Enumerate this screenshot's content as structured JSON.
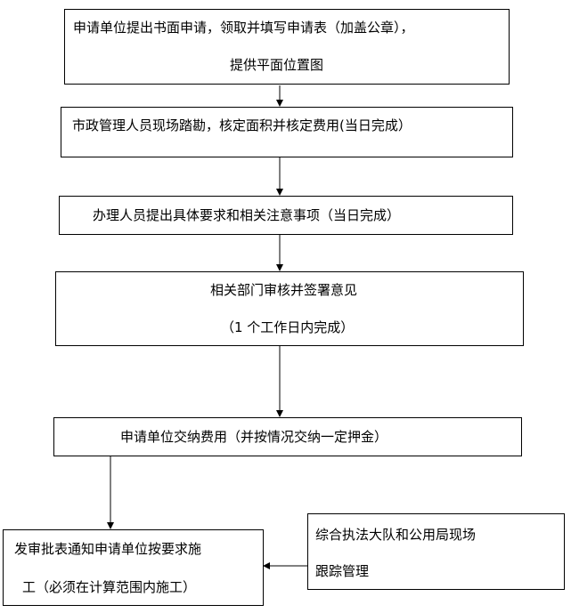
{
  "steps": [
    {
      "lines": [
        "申请单位提出书面申请，领取并填写申请表（加盖公章），",
        "提供平面位置图"
      ]
    },
    {
      "lines": [
        "市政管理人员现场踏勘，核定面积并核定费用(当日完成）"
      ]
    },
    {
      "lines": [
        "办理人员提出具体要求和相关注意事项（当日完成）"
      ]
    },
    {
      "lines": [
        "相关部门审核并签署意见",
        "（1 个工作日内完成）"
      ]
    },
    {
      "lines": [
        "申请单位交纳费用（并按情况交纳一定押金）"
      ]
    },
    {
      "lines": [
        "发审批表通知申请单位按要求施",
        "工（必须在计算范围内施工）"
      ]
    }
  ],
  "side_box": {
    "lines": [
      "综合执法大队和公用局现场",
      "跟踪管理"
    ]
  }
}
